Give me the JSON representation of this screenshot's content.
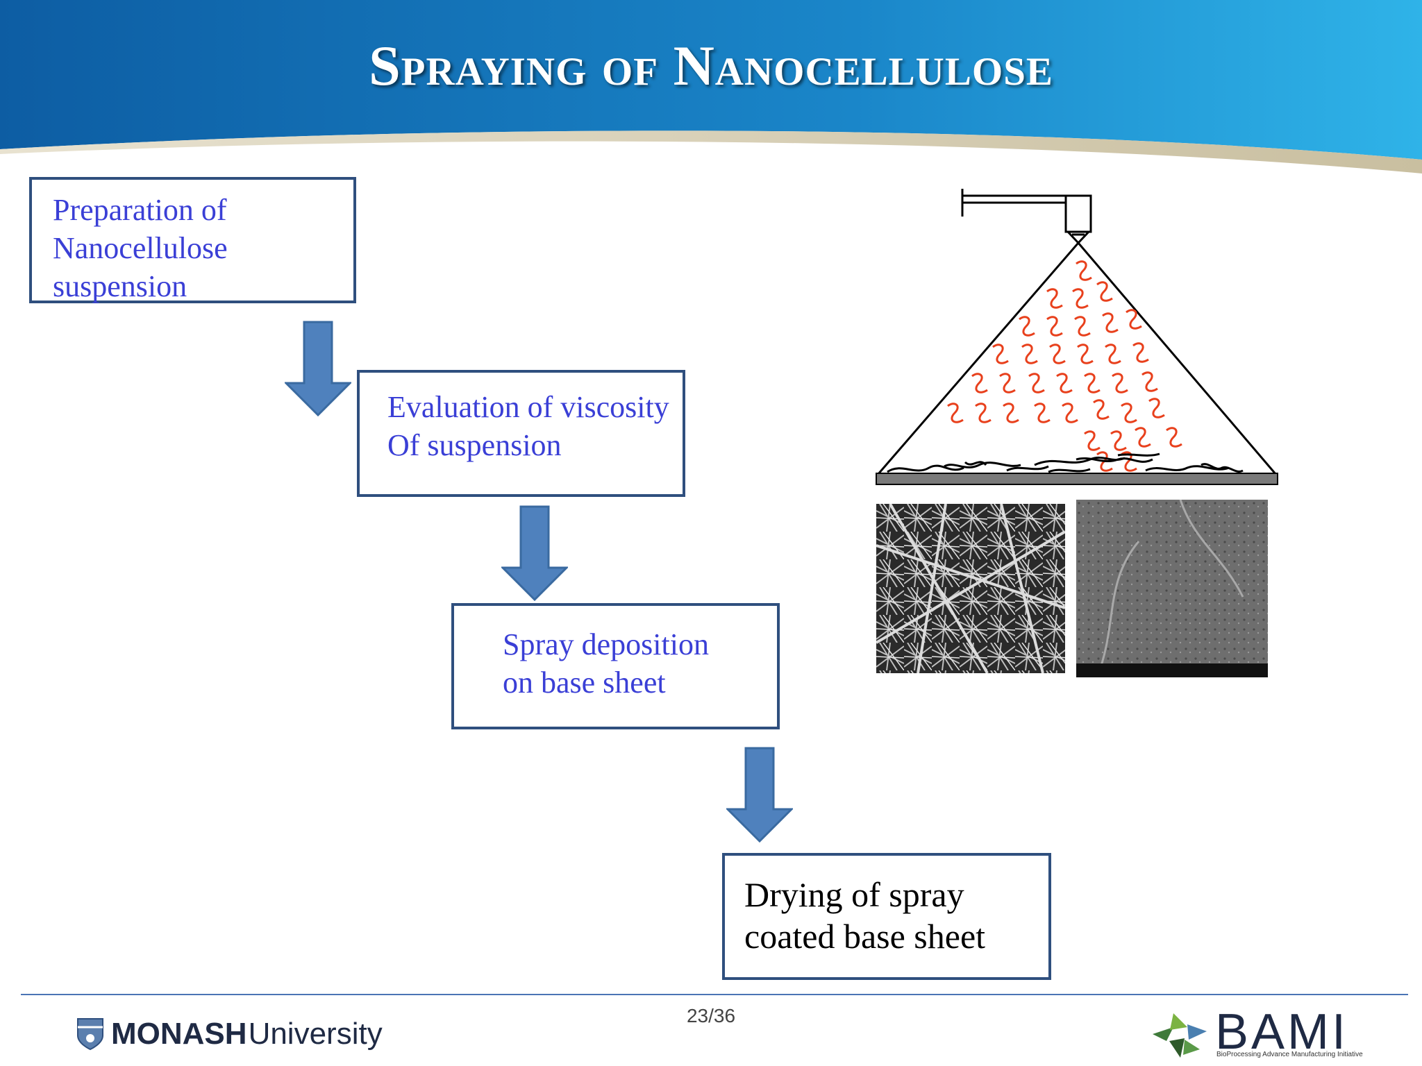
{
  "slide": {
    "title": "Spraying of Nanocellulose",
    "page_number": "23/36"
  },
  "flow": {
    "steps": [
      {
        "label": "Preparation of\nNanocellulose\nsuspension"
      },
      {
        "label": "Evaluation of viscosity\nOf suspension"
      },
      {
        "label": "Spray deposition\non base sheet"
      },
      {
        "label": "Drying of spray\ncoated base sheet"
      }
    ]
  },
  "footer": {
    "monash_bold": "MONASH",
    "monash_light": "University",
    "bami_name": "BAMI",
    "bami_tagline": "BioProcessing Advance Manufacturing Initiative"
  },
  "colors": {
    "header_blue": "#1a72b8",
    "box_border": "#2f4f7e",
    "step_text": "#3a3fd6",
    "arrow_fill": "#4f81bd",
    "spray_red": "#e8401c"
  }
}
